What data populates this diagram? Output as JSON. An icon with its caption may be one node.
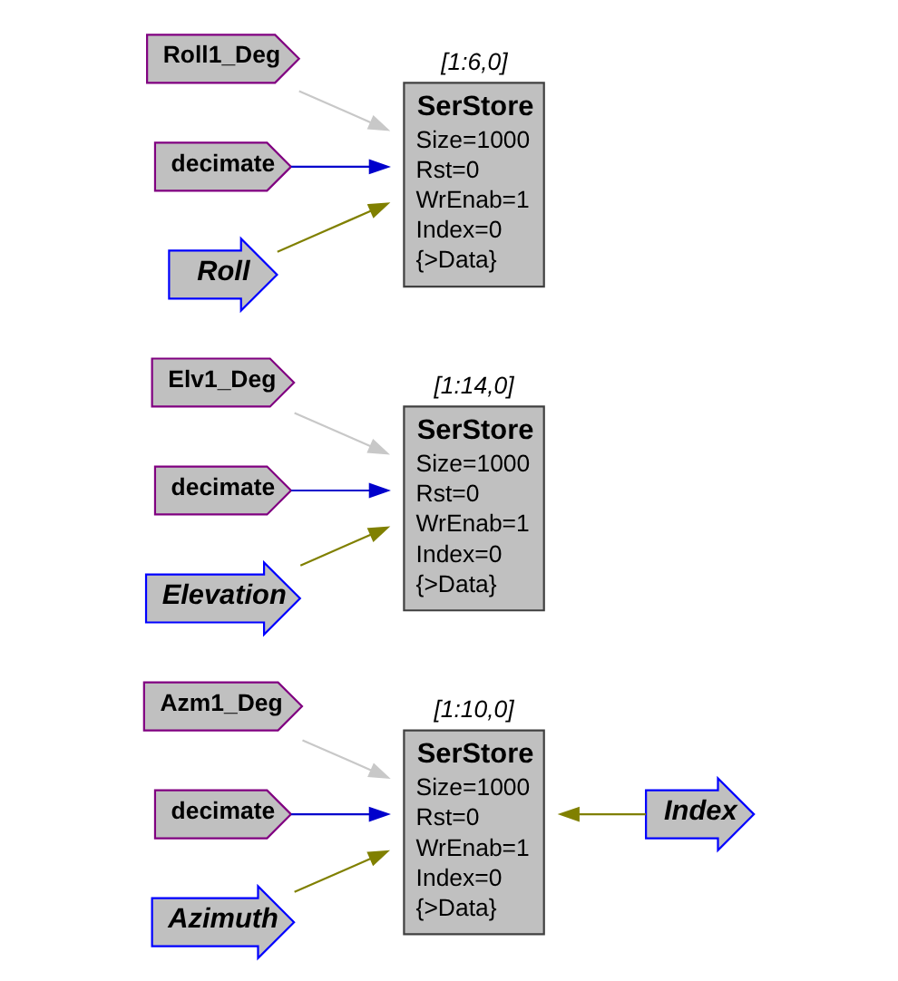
{
  "diagram": {
    "nodes": [
      {
        "text": [
          "Azm1_Deg"
        ]
      },
      {
        "text": [
          "SerStore",
          "Size=1000",
          "Rst=0",
          "WrEnab=1",
          "Index=0",
          "{>Data}"
        ],
        "beside": [
          "[1:10,0]"
        ]
      },
      {
        "text": [
          "decimate"
        ]
      },
      {
        "text": [
          "Azimuth"
        ]
      },
      {
        "text": [
          "Index"
        ]
      },
      {
        "text": [
          "Elv1_Deg"
        ]
      },
      {
        "text": [
          "SerStore",
          "Size=1000",
          "Rst=0",
          "WrEnab=1",
          "Index=0",
          "{>Data}"
        ],
        "beside": [
          "[1:14,0]"
        ]
      },
      {
        "text": [
          "decimate"
        ]
      },
      {
        "text": [
          "Elevation"
        ]
      },
      {
        "text": [
          "Roll1_Deg"
        ]
      },
      {
        "text": [
          "SerStore",
          "Size=1000",
          "Rst=0",
          "WrEnab=1",
          "Index=0",
          "{>Data}"
        ],
        "beside": [
          "[1:6,0]"
        ]
      },
      {
        "text": [
          "decimate"
        ]
      },
      {
        "text": [
          "Roll"
        ]
      }
    ],
    "edges": [
      {
        "from": 0,
        "to": 1,
        "arrow": "to",
        "color": "#c8c8c8"
      },
      {
        "from": 2,
        "to": 1,
        "arrow": "to",
        "color": "#0000cc"
      },
      {
        "from": 3,
        "to": 1,
        "arrow": "to",
        "color": "#808000"
      },
      {
        "from": 4,
        "to": 1,
        "arrow": "to",
        "color": "#808000"
      },
      {
        "from": 5,
        "to": 6,
        "arrow": "to",
        "color": "#c8c8c8"
      },
      {
        "from": 7,
        "to": 6,
        "arrow": "to",
        "color": "#0000cc"
      },
      {
        "from": 8,
        "to": 6,
        "arrow": "to",
        "color": "#808000"
      },
      {
        "from": 9,
        "to": 10,
        "arrow": "to",
        "color": "#c8c8c8"
      },
      {
        "from": 11,
        "to": 10,
        "arrow": "to",
        "color": "#0000cc"
      },
      {
        "from": 12,
        "to": 10,
        "arrow": "to",
        "color": "#808000"
      }
    ]
  }
}
